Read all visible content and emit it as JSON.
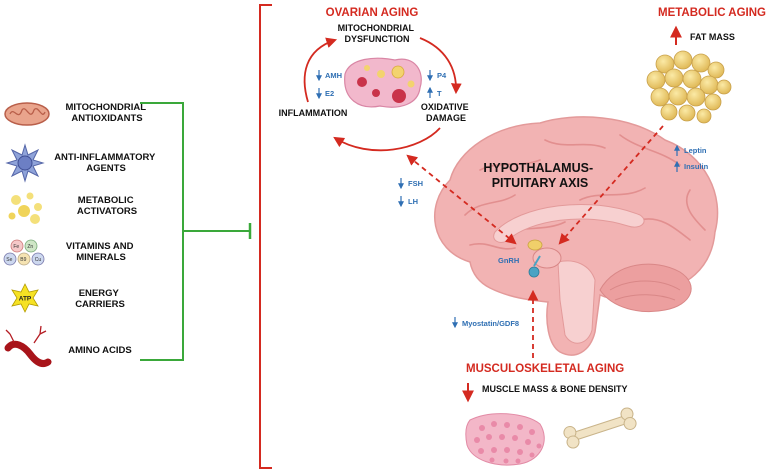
{
  "interventions": [
    {
      "icon": "mitochondria-icon",
      "lines": [
        "MITOCHONDRIAL",
        "ANTIOXIDANTS"
      ]
    },
    {
      "icon": "immune-cell-icon",
      "lines": [
        "ANTI-INFLAMMATORY",
        "AGENTS"
      ]
    },
    {
      "icon": "metabolic-particles-icon",
      "lines": [
        "METABOLIC",
        "ACTIVATORS"
      ]
    },
    {
      "icon": "vitamins-minerals-icon",
      "lines": [
        "VITAMINS AND",
        "MINERALS"
      ]
    },
    {
      "icon": "atp-icon",
      "lines": [
        "ENERGY",
        "CARRIERS"
      ]
    },
    {
      "icon": "amino-acid-blood-vessel-icon",
      "lines": [
        "AMINO ACIDS"
      ]
    }
  ],
  "mineral_chips": [
    "Fe",
    "Zn",
    "Se",
    "B9",
    "Cu"
  ],
  "atp_label": "ATP",
  "ovarian": {
    "title": "OVARIAN AGING",
    "mito": [
      "MITOCHONDRIAL",
      "DYSFUNCTION"
    ],
    "oxidative": [
      "OXIDATIVE",
      "DAMAGE"
    ],
    "inflammation": "INFLAMMATION",
    "amh": "AMH",
    "e2": "E2",
    "p4": "P4",
    "t": "T"
  },
  "metabolic": {
    "title": "METABOLIC AGING",
    "fat_mass": "FAT MASS",
    "leptin": "Leptin",
    "insulin": "Insulin"
  },
  "hpa": {
    "title": [
      "HYPOTHALAMUS-",
      "PITUITARY AXIS"
    ],
    "gnrh": "GnRH",
    "fsh": "FSH",
    "lh": "LH"
  },
  "musculoskeletal": {
    "title": "MUSCULOSKELETAL AGING",
    "muscle_bone": "MUSCLE MASS & BONE DENSITY",
    "myostatin": "Myostatin/GDF8"
  },
  "colors": {
    "red": "#d42a20",
    "green": "#3aa83a",
    "blue": "#2f6fb3",
    "brain": "#f2b3b3",
    "brain_fold": "#e89c9c",
    "fat": "#f0d27a"
  }
}
